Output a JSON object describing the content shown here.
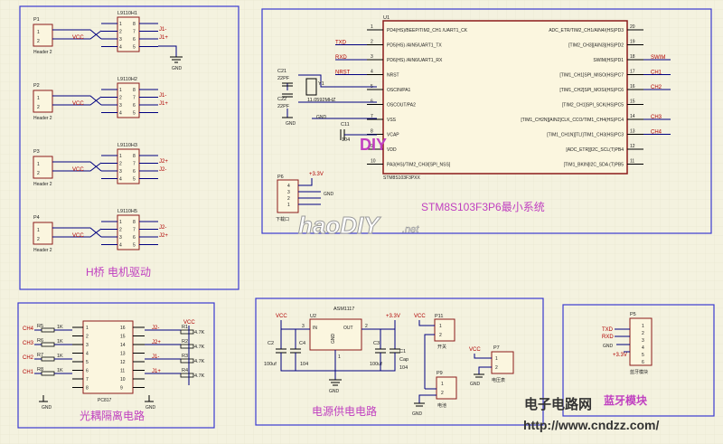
{
  "colors": {
    "border": "#3a3ad0",
    "wire": "#000080",
    "red": "#b00000",
    "title": "#c040c0",
    "chip": "#8b1a1a",
    "chipFill": "#fbf6df",
    "bg": "#f4f2df"
  },
  "hbridge": {
    "title": "H桥 电机驱动",
    "blocks": [
      {
        "p": "P1",
        "chip": "L9110H1",
        "hdr": "Header 2",
        "outs": [
          "J1-",
          "J1+"
        ]
      },
      {
        "p": "P2",
        "chip": "L9110H2",
        "hdr": "Header 2",
        "outs": [
          "J1-",
          "J1+"
        ]
      },
      {
        "p": "P3",
        "chip": "L9110H3",
        "hdr": "Header 2",
        "outs": [
          "J2+",
          "J2-"
        ]
      },
      {
        "p": "P4",
        "chip": "L9110H5",
        "hdr": "Header 2",
        "outs": [
          "J2-",
          "J2+"
        ]
      }
    ],
    "vcc": "VCC",
    "gnd": "GND",
    "pins_left": [
      "1",
      "2",
      "3",
      "4"
    ],
    "pins_right": [
      "8",
      "7",
      "6",
      "5"
    ]
  },
  "mcu": {
    "u": "U1",
    "part": "STM8S103F3PXX",
    "system_label": "STM8S103F3P6最小系统",
    "left_pins": [
      {
        "n": "1",
        "name": "PD4(HS)/BEEP/TIM2_CH1 /UART1_CK",
        "net": "",
        "nc": "n"
      },
      {
        "n": "2",
        "name": "PD5(HS) /AIN5/UART1_TX",
        "net": "TXD",
        "nc": "r"
      },
      {
        "n": "3",
        "name": "PD6(HS) /AIN6/UART1_RX",
        "net": "RXD",
        "nc": "r"
      },
      {
        "n": "4",
        "name": "NRST",
        "net": "NRST",
        "nc": "b"
      },
      {
        "n": "5",
        "name": "OSCIN/PA1",
        "net": "",
        "nc": "m"
      },
      {
        "n": "6",
        "name": "OSCOUT/PA2",
        "net": "",
        "nc": "m"
      },
      {
        "n": "7",
        "name": "VSS",
        "net": "",
        "nc": "m"
      },
      {
        "n": "8",
        "name": "VCAP",
        "net": "",
        "nc": "m"
      },
      {
        "n": "9",
        "name": "VDD",
        "net": "",
        "nc": "m"
      },
      {
        "n": "10",
        "name": "PA3(HS)/TIM2_CH3/[SPI_NSS]",
        "net": "",
        "nc": "n"
      }
    ],
    "right_pins": [
      {
        "n": "20",
        "name": "ADC_ETR/TIM2_CH1/AIN4/(HS)PD3",
        "net": ""
      },
      {
        "n": "19",
        "name": "[TIM2_CH3][AIN3](HS)PD2",
        "net": ""
      },
      {
        "n": "18",
        "name": "SWIM(HS)PD1",
        "net": "SWIM"
      },
      {
        "n": "17",
        "name": "[TIM1_CH1]SPI_MISO(HS)PC7",
        "net": "CH1"
      },
      {
        "n": "16",
        "name": "[TIM1_CH2]SPI_MOSI(HS)PC6",
        "net": "CH2"
      },
      {
        "n": "15",
        "name": "[TIM2_CH1]SPI_SCK(HS)PC5",
        "net": ""
      },
      {
        "n": "14",
        "name": "[TIM1_CH2N][AIN2]CLK_CCO/TIM1_CH4(HS)PC4",
        "net": "CH3"
      },
      {
        "n": "13",
        "name": "[TIM1_CH1N][TLI]TIM1_CH3(HS)PC3",
        "net": "CH4"
      },
      {
        "n": "12",
        "name": "[ADC_ETR][I2C_SCL(T)PB4",
        "net": ""
      },
      {
        "n": "11",
        "name": "[TIM1_BKIN]I2C_SDA (T)PB5",
        "net": ""
      }
    ],
    "c21": "C21",
    "c21v": "22PF",
    "c22": "C22",
    "c22v": "22PF",
    "y1": "Y1",
    "y1v": "11.0592MHZ",
    "c11": "C11",
    "c11v": "104",
    "gnd": "GND",
    "p6": "P6",
    "p6_label": "下载口",
    "p6_pins": [
      "4",
      "3",
      "2",
      "1"
    ],
    "plus33": "+3.3V",
    "diy": "DIY"
  },
  "opto": {
    "title": "光耦隔离电路",
    "chip": "PC817",
    "ch": [
      "CH4",
      "CH3",
      "CH2",
      "CH1"
    ],
    "r_left": [
      "R5",
      "R6",
      "R7",
      "R8"
    ],
    "r_left_v": "1K",
    "r_right": [
      "R1",
      "R2",
      "R3",
      "R4"
    ],
    "r_right_v": "4.7K",
    "jout": [
      "J2-",
      "J2+",
      "J1-",
      "J1+"
    ],
    "vcc": "VCC",
    "gnd": "GND",
    "pl": [
      "1",
      "2",
      "3",
      "4",
      "5",
      "6",
      "7",
      "8"
    ],
    "pr": [
      "16",
      "15",
      "14",
      "13",
      "12",
      "11",
      "10",
      "9"
    ]
  },
  "power": {
    "title": "电源供电电路",
    "reg": "ASM1117",
    "u2": "U2",
    "vcc": "VCC",
    "gnd": "GND",
    "plus33": "+3.3V",
    "in": "IN",
    "out": "OUT",
    "gndpin": "GND",
    "c2": "C2",
    "c2v": "100uf",
    "c4": "C4",
    "c4v": "104",
    "c3": "C3",
    "c3v": "100uf",
    "c1": "C1",
    "c1v": "Cap",
    "c1v2": "104",
    "p11": "P11",
    "p11_label": "开关",
    "p7": "P7",
    "p7_label": "电压表",
    "p9": "P9",
    "p9_label": "电池",
    "n1": "1",
    "n2": "2",
    "n3": "3"
  },
  "bt": {
    "title": "蓝牙模块",
    "p5": "P5",
    "txd": "TXD",
    "rxd": "RXD",
    "gnd": "GND",
    "plus33": "+3.3V",
    "label": "蓝牙模块",
    "pins": [
      "1",
      "2",
      "3",
      "4",
      "5",
      "6"
    ]
  },
  "watermarks": {
    "haodiy": "haoDIY",
    "haodiy_net": ".net",
    "cn": "电子电路网",
    "url": "http://www.cndzz.com/"
  }
}
